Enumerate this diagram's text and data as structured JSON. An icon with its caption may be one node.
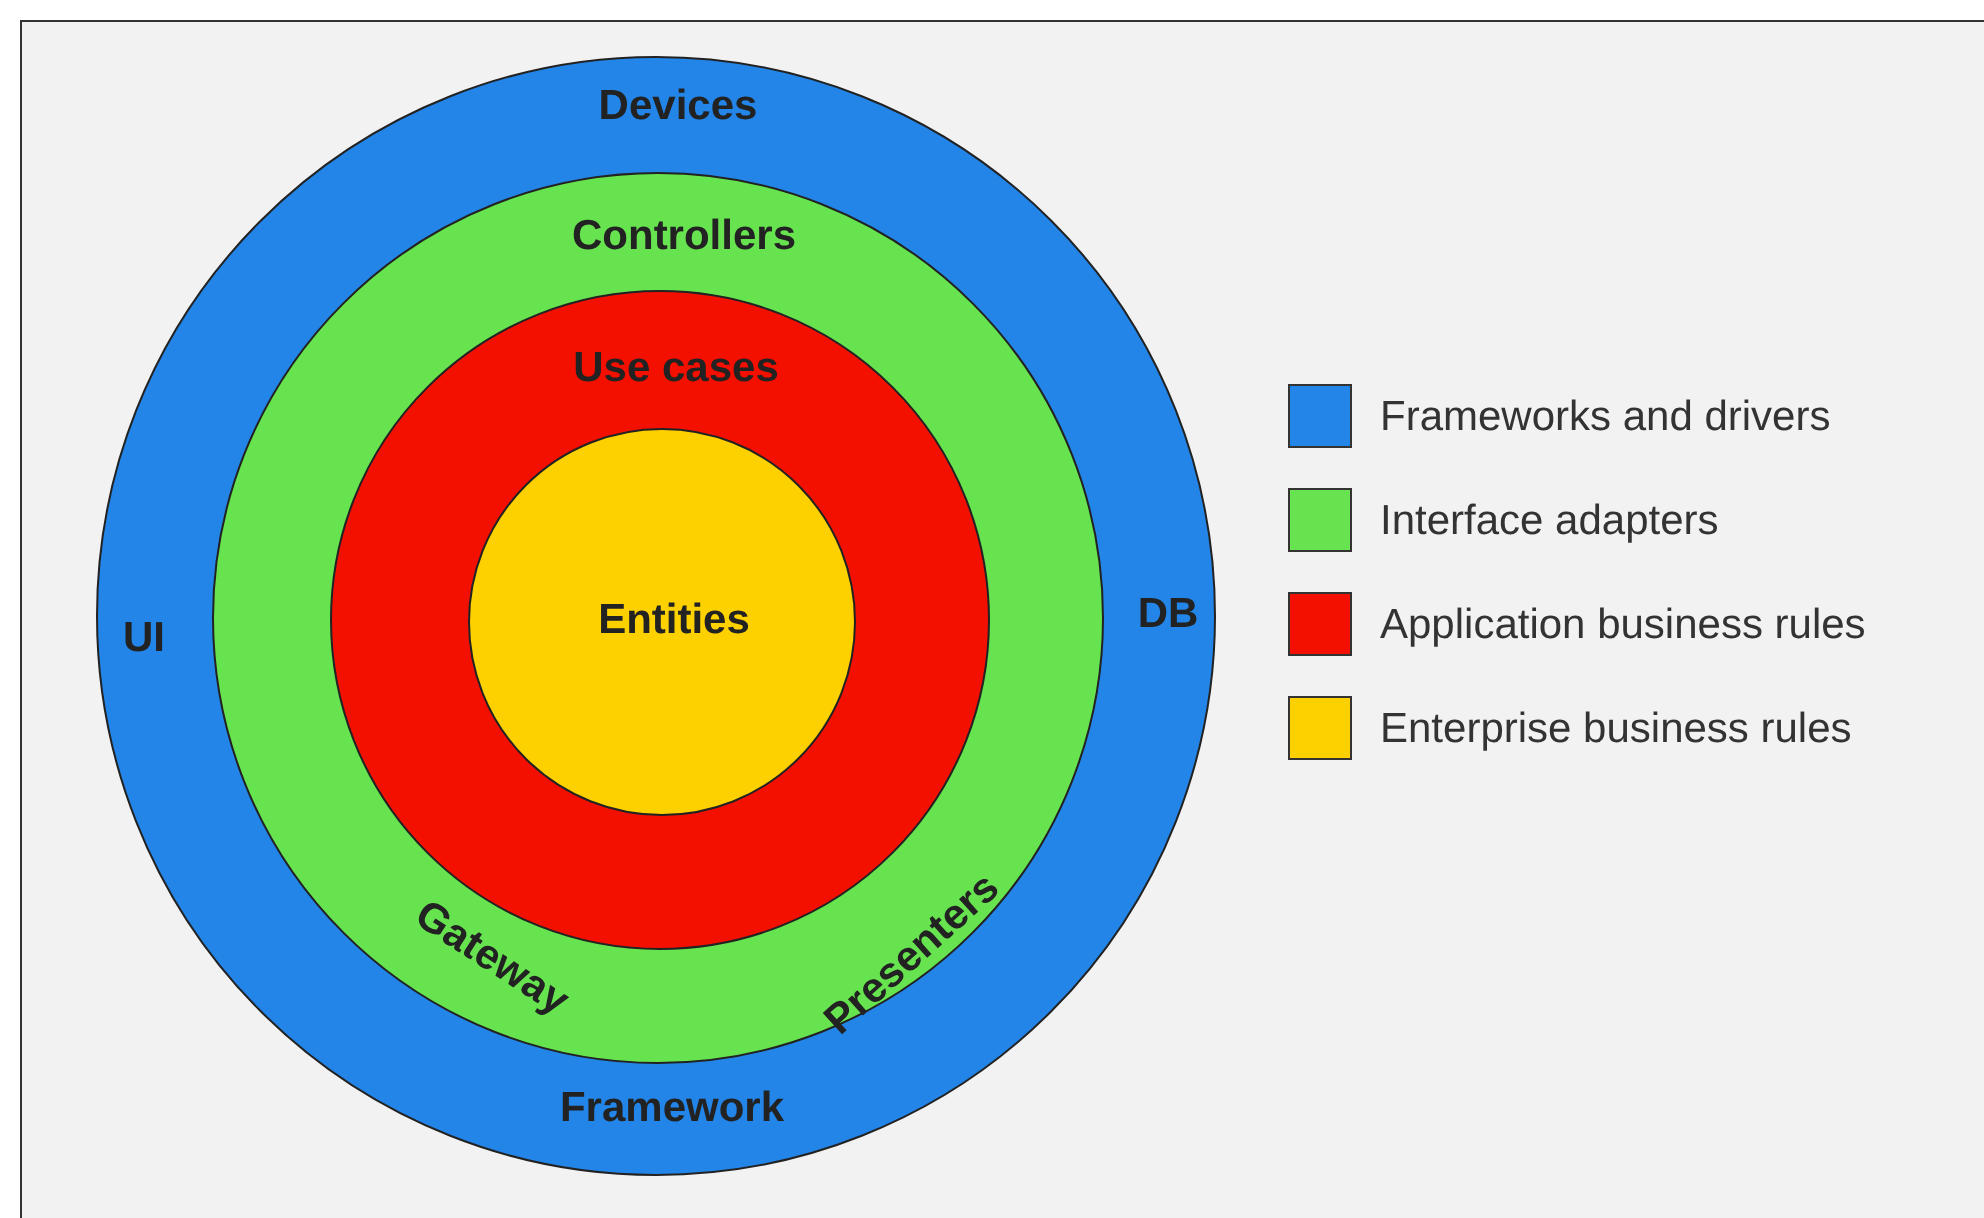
{
  "diagram": {
    "nodes": [
      {
        "text": [
          "Devices",
          "UI",
          "DB",
          "Framework"
        ]
      },
      {
        "text": [
          "Controllers",
          "Gateway",
          "Presenters"
        ],
        "in": 0
      },
      {
        "text": [
          "Use cases"
        ],
        "in": 1
      },
      {
        "text": [
          "Entities"
        ],
        "in": 2
      }
    ],
    "legend": [
      {
        "text": "Frameworks and drivers",
        "color": "#2385e8"
      },
      {
        "text": "Interface adapters",
        "color": "#66e34f"
      },
      {
        "text": "Application business rules",
        "color": "#f31000"
      },
      {
        "text": "Enterprise business rules",
        "color": "#fdd000"
      }
    ]
  }
}
